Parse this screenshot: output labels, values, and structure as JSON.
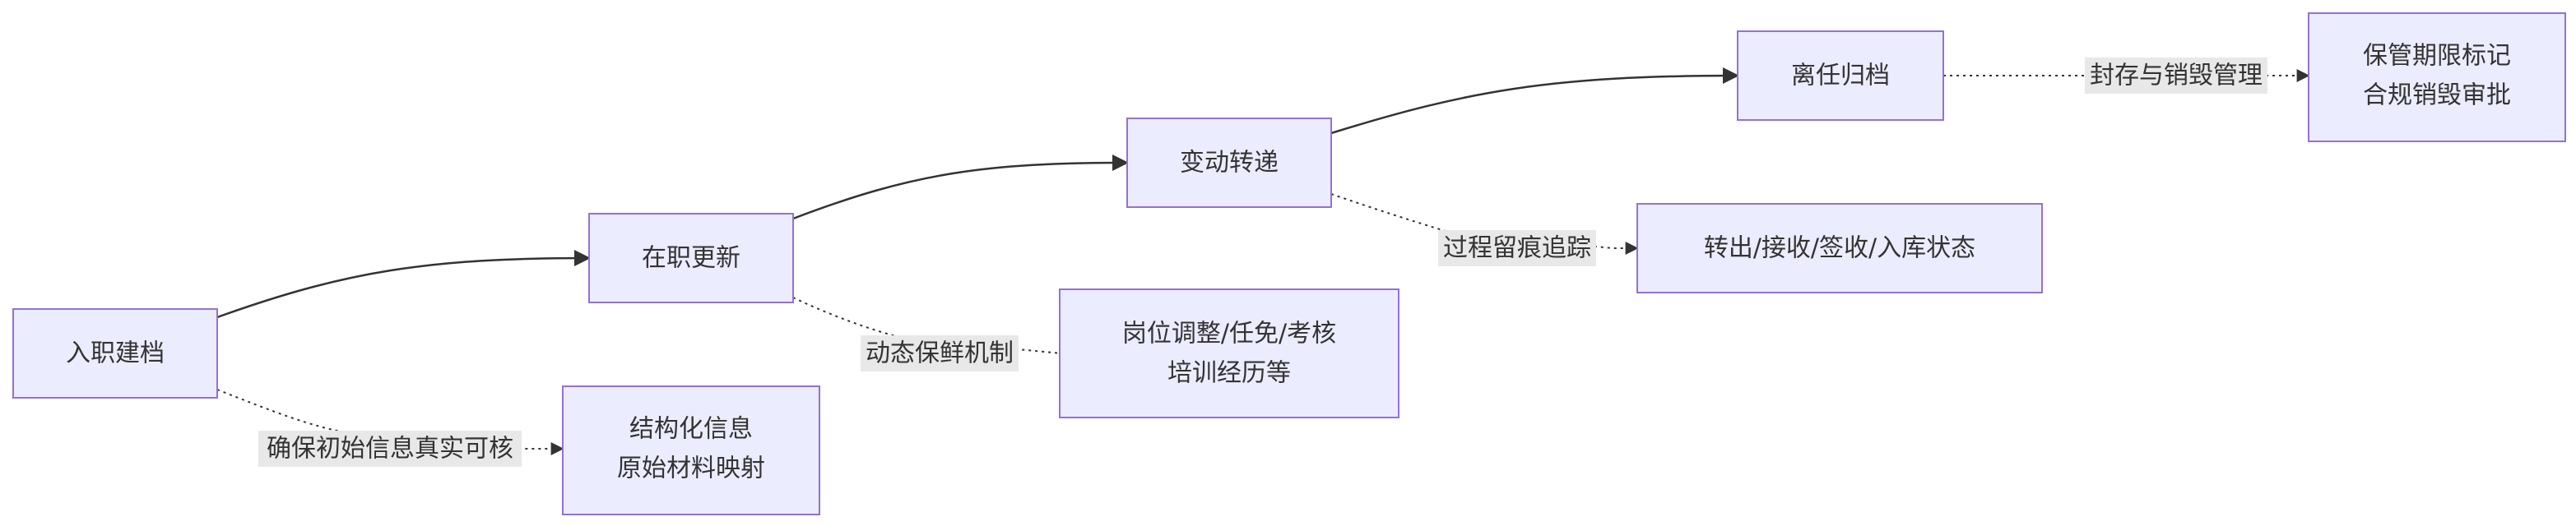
{
  "nodes": {
    "onboarding": {
      "lines": [
        "入职建档"
      ]
    },
    "in_service": {
      "lines": [
        "在职更新"
      ]
    },
    "transfer": {
      "lines": [
        "变动转递"
      ]
    },
    "departure": {
      "lines": [
        "离任归档"
      ]
    },
    "structured_info": {
      "lines": [
        "结构化信息",
        "原始材料映射"
      ]
    },
    "job_adjust": {
      "lines": [
        "岗位调整/任免/考核",
        "培训经历等"
      ]
    },
    "transfer_status": {
      "lines": [
        "转出/接收/签收/入库状态"
      ]
    },
    "retention": {
      "lines": [
        "保管期限标记",
        "合规销毁审批"
      ]
    }
  },
  "edge_labels": {
    "verify": "确保初始信息真实可核",
    "fresh": "动态保鲜机制",
    "trace": "过程留痕追踪",
    "archive": "封存与销毁管理"
  },
  "colors": {
    "node_fill": "#ECECFF",
    "node_stroke": "#9370DB",
    "edge": "#333333",
    "label_bg": "#e8e8e8"
  }
}
